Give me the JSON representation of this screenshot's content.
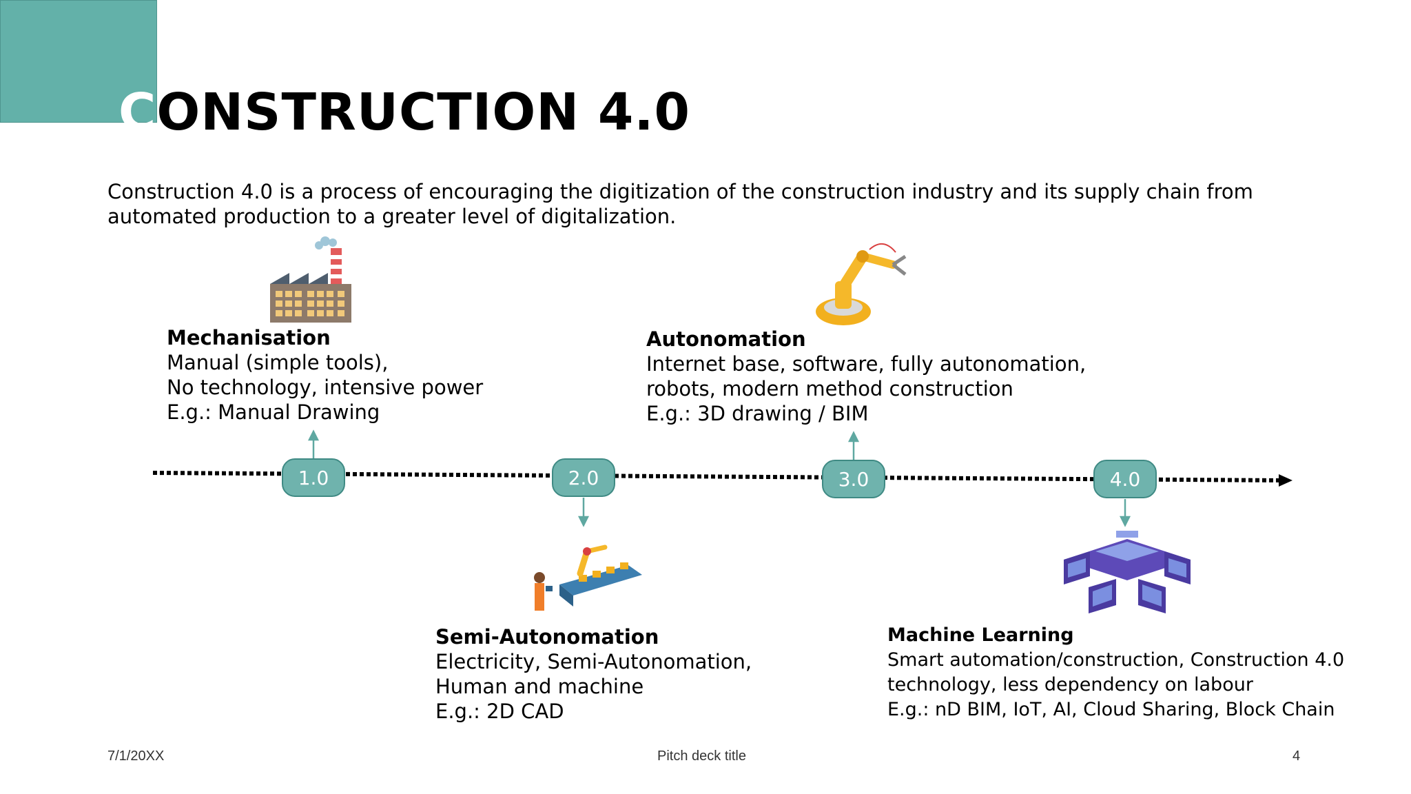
{
  "title": {
    "first_letter": "C",
    "rest": "ONSTRUCTION 4.0"
  },
  "intro": "Construction 4.0 is a process of encouraging the digitization of the construction industry and its supply chain from automated production to a greater level of digitalization.",
  "stages": [
    {
      "version": "1.0",
      "title": "Mechanisation",
      "lines": [
        "Manual (simple tools),",
        "No technology, intensive power",
        "E.g.: Manual Drawing"
      ],
      "icon": "factory-icon"
    },
    {
      "version": "2.0",
      "title": "Semi-Autonomation",
      "lines": [
        "Electricity, Semi-Autonomation,",
        "Human and machine",
        "E.g.: 2D CAD"
      ],
      "icon": "assembly-line-icon"
    },
    {
      "version": "3.0",
      "title": "Autonomation",
      "lines": [
        "Internet base, software, fully autonomation,",
        "robots, modern method construction",
        "E.g.: 3D drawing / BIM"
      ],
      "icon": "robotic-arm-icon"
    },
    {
      "version": "4.0",
      "title": "Machine Learning",
      "lines": [
        "Smart automation/construction, Construction 4.0",
        "technology, less dependency on labour",
        "E.g.: nD BIM, IoT, AI, Cloud Sharing, Block Chain"
      ],
      "icon": "computer-network-icon"
    }
  ],
  "footer": {
    "date": "7/1/20XX",
    "deck_title": "Pitch deck title",
    "page_number": "4"
  },
  "colors": {
    "accent": "#63b1a9",
    "pill_fill": "#6fb3ad",
    "pill_border": "#3f8a84",
    "timeline": "#000000"
  }
}
